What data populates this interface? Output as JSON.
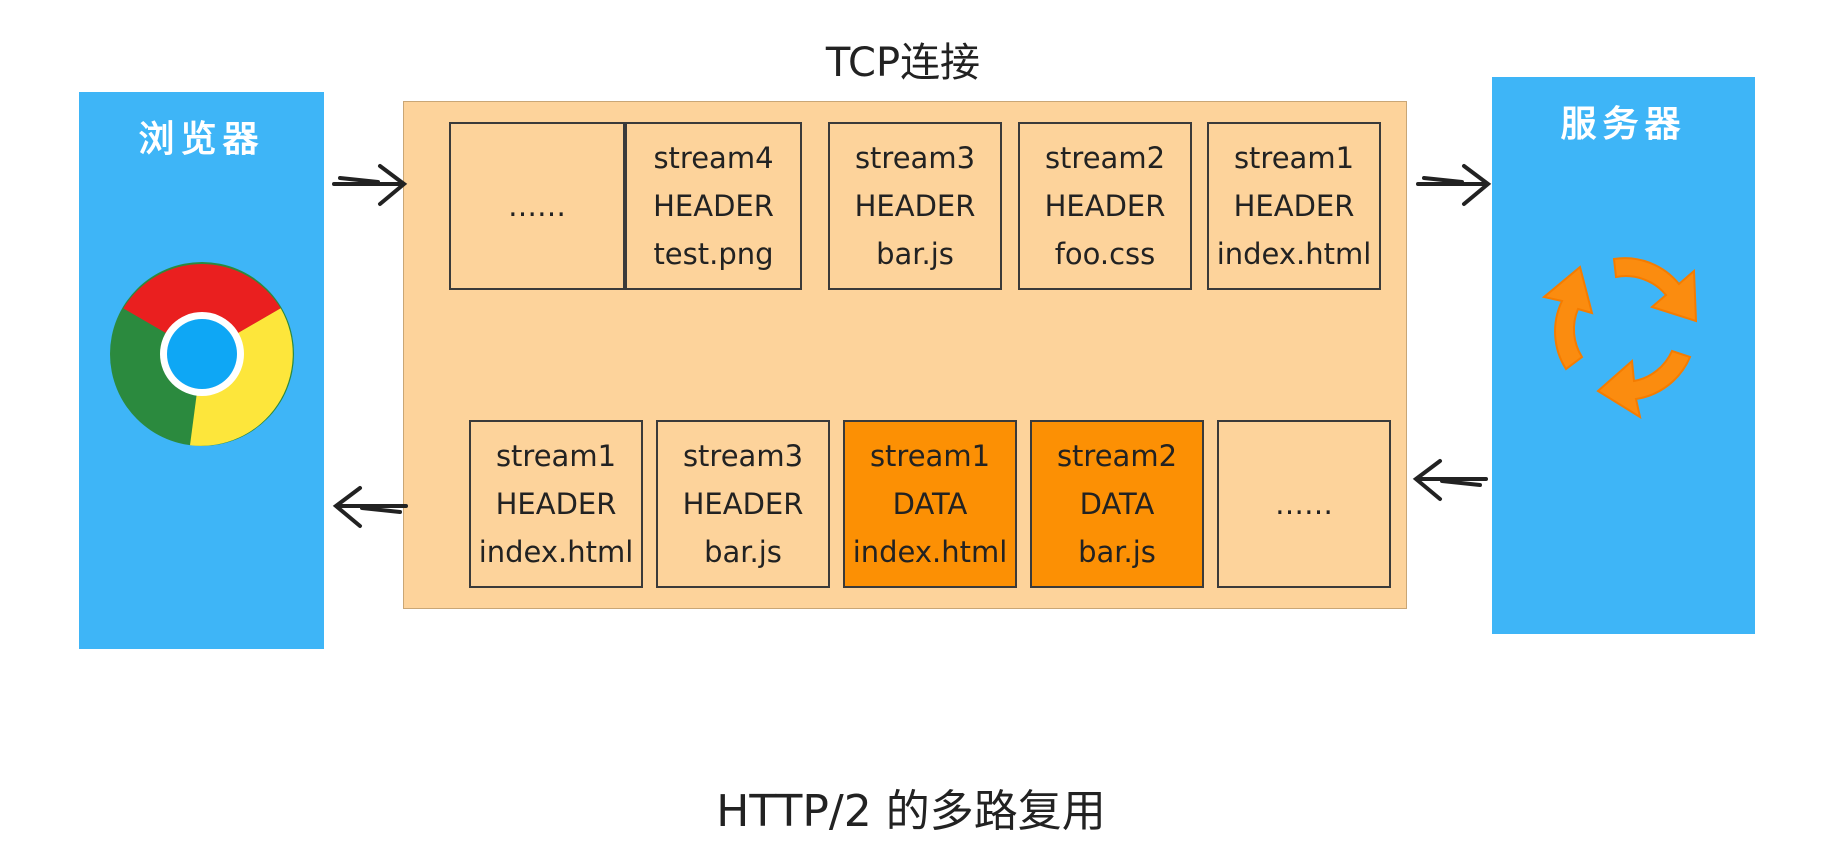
{
  "tcp_label": "TCP连接",
  "browser": {
    "title": "浏览器",
    "icon": "chrome-logo-icon"
  },
  "server": {
    "title": "服务器",
    "icon": "sync-arrows-icon"
  },
  "caption": "HTTP/2 的多路复用",
  "colors": {
    "panel_blue": "#3eb5f7",
    "connection_bg": "#fdd39b",
    "data_frame": "#fc9004",
    "header_frame": "#fdd39b",
    "sync_orange": "#fb8c0f"
  },
  "request_frames": [
    {
      "lines": [
        "……"
      ],
      "kind": "ellipsis"
    },
    {
      "lines": [
        "stream4",
        "HEADER",
        "test.png"
      ],
      "kind": "header"
    },
    {
      "lines": [
        "stream3",
        "HEADER",
        "bar.js"
      ],
      "kind": "header"
    },
    {
      "lines": [
        "stream2",
        "HEADER",
        "foo.css"
      ],
      "kind": "header"
    },
    {
      "lines": [
        "stream1",
        "HEADER",
        "index.html"
      ],
      "kind": "header"
    }
  ],
  "response_frames": [
    {
      "lines": [
        "stream1",
        "HEADER",
        "index.html"
      ],
      "kind": "header"
    },
    {
      "lines": [
        "stream3",
        "HEADER",
        "bar.js"
      ],
      "kind": "header"
    },
    {
      "lines": [
        "stream1",
        "DATA",
        "index.html"
      ],
      "kind": "data"
    },
    {
      "lines": [
        "stream2",
        "DATA",
        "bar.js"
      ],
      "kind": "data"
    },
    {
      "lines": [
        "……"
      ],
      "kind": "ellipsis"
    }
  ]
}
